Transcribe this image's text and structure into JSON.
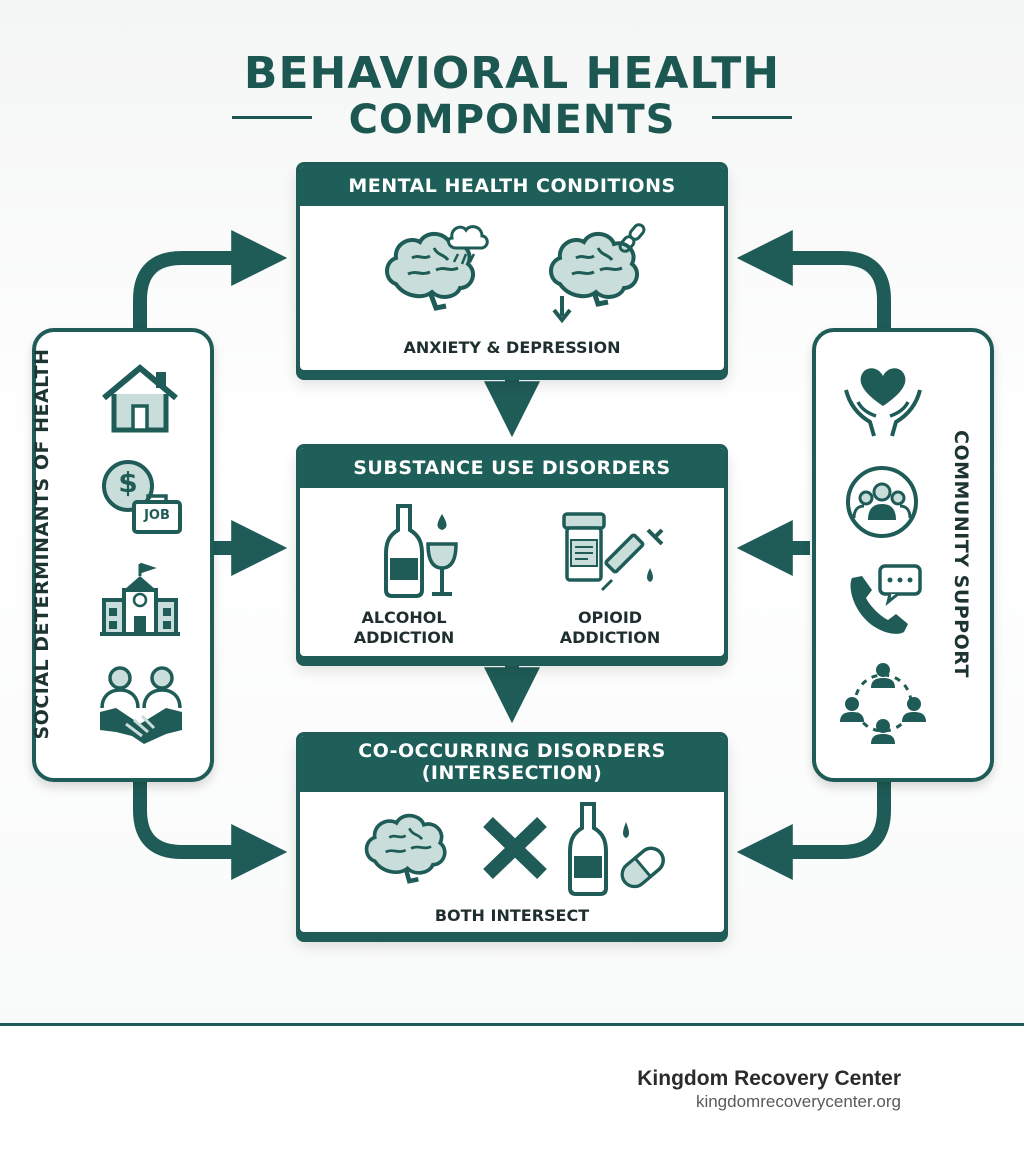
{
  "title": {
    "line1": "BEHAVIORAL HEALTH",
    "line2": "COMPONENTS"
  },
  "mental": {
    "header": "MENTAL HEALTH CONDITIONS",
    "caption": "ANXIETY & DEPRESSION"
  },
  "substance": {
    "header": "SUBSTANCE USE DISORDERS",
    "alcohol_line1": "ALCOHOL",
    "alcohol_line2": "ADDICTION",
    "opioid_line1": "OPIOID",
    "opioid_line2": "ADDICTION"
  },
  "cooccurring": {
    "header_line1": "CO-OCCURRING DISORDERS",
    "header_line2": "(INTERSECTION)",
    "caption": "BOTH INTERSECT"
  },
  "left_panel": {
    "label": "SOCIAL DETERMINANTS OF HEALTH",
    "job_text": "JOB",
    "dollar": "$"
  },
  "right_panel": {
    "label": "COMMUNITY SUPPORT"
  },
  "footer": {
    "brand": "Kingdom Recovery Center",
    "url": "kingdomrecoverycenter.org"
  },
  "colors": {
    "primary": "#1f5c57",
    "header": "#1f5f59",
    "icon_light": "#c9ddda",
    "text_dark": "#1e2f2e"
  },
  "icons": [
    "brain-cloud-icon",
    "brain-chain-icon",
    "house-icon",
    "money-job-icon",
    "school-icon",
    "handshake-icon",
    "heart-hands-icon",
    "group-icon",
    "phone-chat-icon",
    "network-icon",
    "bottle-icon",
    "wine-glass-icon",
    "pill-bottle-icon",
    "syringe-icon",
    "x-icon",
    "capsule-icon"
  ]
}
